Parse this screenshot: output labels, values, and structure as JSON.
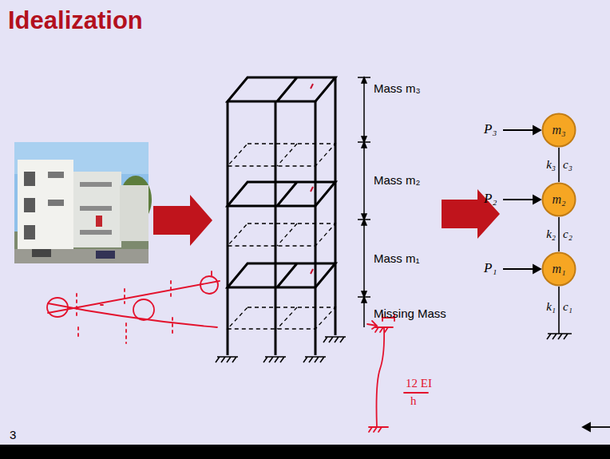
{
  "diagram": {
    "title": "Idealization",
    "nodes": [
      {
        "text": [
          "m₃"
        ]
      },
      {
        "text": [
          "m₂"
        ]
      },
      {
        "text": [
          "m₁"
        ]
      }
    ],
    "edges": [
      {
        "from": 0,
        "to": 1,
        "arrow": "none"
      },
      {
        "from": 1,
        "to": 2,
        "arrow": "none"
      }
    ],
    "labels": [
      "Mass m₃",
      "Mass m₂",
      "Mass m₁",
      "Missing Mass",
      "P₃",
      "P₂",
      "P₁",
      "k₃",
      "c₃",
      "k₂",
      "c₂",
      "k₁",
      "c₁",
      "12 EI",
      "h",
      "3"
    ]
  }
}
